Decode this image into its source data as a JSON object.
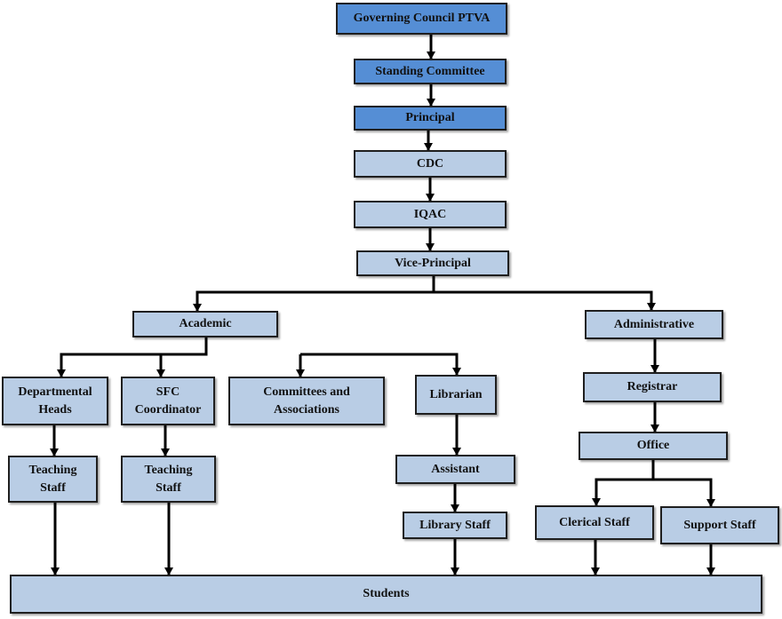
{
  "colors": {
    "dark_fill": "#558ed5",
    "light_fill": "#b9cde5",
    "line": "#000000"
  },
  "nodes": [
    {
      "id": "governing-council",
      "label": "Governing Council PTVA",
      "tone": "dark"
    },
    {
      "id": "standing-committee",
      "label": "Standing Committee",
      "tone": "dark"
    },
    {
      "id": "principal",
      "label": "Principal",
      "tone": "dark"
    },
    {
      "id": "cdc",
      "label": "CDC",
      "tone": "light"
    },
    {
      "id": "iqac",
      "label": "IQAC",
      "tone": "light"
    },
    {
      "id": "vice-principal",
      "label": "Vice-Principal",
      "tone": "light"
    },
    {
      "id": "academic",
      "label": "Academic",
      "tone": "light"
    },
    {
      "id": "administrative",
      "label": "Administrative",
      "tone": "light"
    },
    {
      "id": "departmental-heads",
      "label": "Departmental\nHeads",
      "tone": "light"
    },
    {
      "id": "sfc-coordinator",
      "label": "SFC\nCoordinator",
      "tone": "light"
    },
    {
      "id": "committees-associations",
      "label": "Committees and\nAssociations",
      "tone": "light"
    },
    {
      "id": "librarian",
      "label": "Librarian",
      "tone": "light"
    },
    {
      "id": "registrar",
      "label": "Registrar",
      "tone": "light"
    },
    {
      "id": "office",
      "label": "Office",
      "tone": "light"
    },
    {
      "id": "teaching-staff-1",
      "label": "Teaching\nStaff",
      "tone": "light"
    },
    {
      "id": "teaching-staff-2",
      "label": "Teaching\nStaff",
      "tone": "light"
    },
    {
      "id": "assistant",
      "label": "Assistant",
      "tone": "light"
    },
    {
      "id": "library-staff",
      "label": "Library Staff",
      "tone": "light"
    },
    {
      "id": "clerical-staff",
      "label": "Clerical Staff",
      "tone": "light"
    },
    {
      "id": "support-staff",
      "label": "Support Staff",
      "tone": "light"
    },
    {
      "id": "students",
      "label": "Students",
      "tone": "light"
    }
  ],
  "edges": [
    {
      "from": "governing-council",
      "to": "standing-committee"
    },
    {
      "from": "standing-committee",
      "to": "principal"
    },
    {
      "from": "principal",
      "to": "cdc"
    },
    {
      "from": "cdc",
      "to": "iqac"
    },
    {
      "from": "iqac",
      "to": "vice-principal"
    },
    {
      "from": "vice-principal",
      "to": "academic"
    },
    {
      "from": "vice-principal",
      "to": "administrative"
    },
    {
      "from": "academic",
      "to": "departmental-heads"
    },
    {
      "from": "academic",
      "to": "sfc-coordinator"
    },
    {
      "from": "academic",
      "to": "committees-associations"
    },
    {
      "from": "academic",
      "to": "librarian"
    },
    {
      "from": "departmental-heads",
      "to": "teaching-staff-1"
    },
    {
      "from": "sfc-coordinator",
      "to": "teaching-staff-2"
    },
    {
      "from": "librarian",
      "to": "assistant"
    },
    {
      "from": "assistant",
      "to": "library-staff"
    },
    {
      "from": "administrative",
      "to": "registrar"
    },
    {
      "from": "registrar",
      "to": "office"
    },
    {
      "from": "office",
      "to": "clerical-staff"
    },
    {
      "from": "office",
      "to": "support-staff"
    },
    {
      "from": "teaching-staff-1",
      "to": "students"
    },
    {
      "from": "teaching-staff-2",
      "to": "students"
    },
    {
      "from": "library-staff",
      "to": "students"
    },
    {
      "from": "clerical-staff",
      "to": "students"
    },
    {
      "from": "support-staff",
      "to": "students"
    }
  ]
}
